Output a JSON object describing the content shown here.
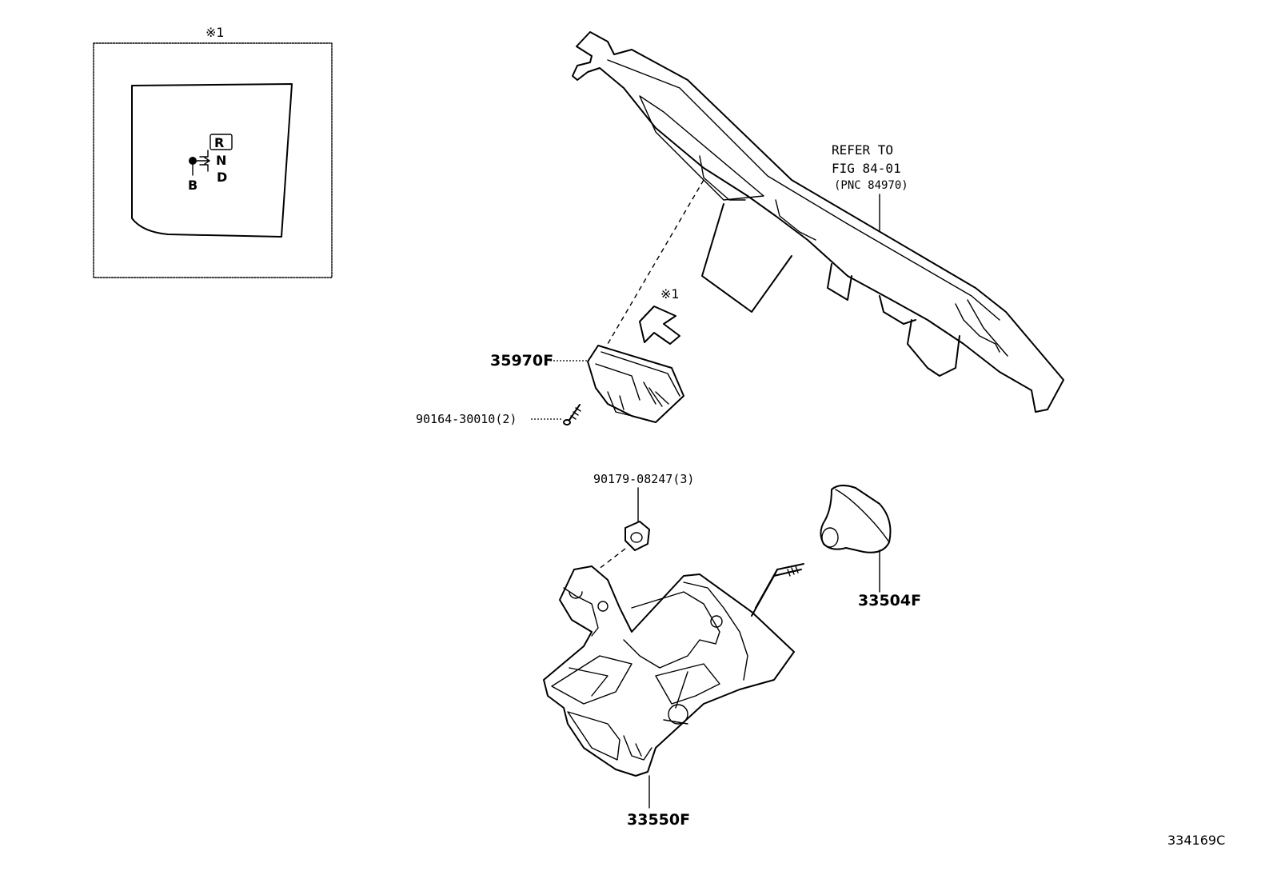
{
  "diagram_id": "334169C",
  "note_marker": "※1",
  "inset": {
    "marker": "※1",
    "gate_labels": {
      "r": "R",
      "n": "N",
      "d": "D",
      "b": "B"
    }
  },
  "reference": {
    "line1": "REFER TO",
    "line2": "FIG 84-01",
    "line3": "(PNC 84970)"
  },
  "parts": {
    "bezel": "35970F",
    "screw": "90164-30010(2)",
    "nut": "90179-08247(3)",
    "knob": "33504F",
    "shifter": "33550F"
  }
}
